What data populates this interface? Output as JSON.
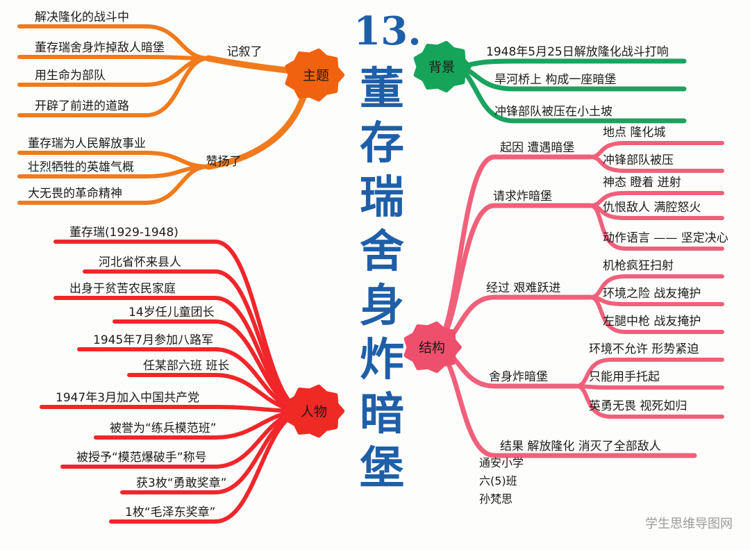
{
  "title": {
    "number": "13.",
    "chars": [
      "董",
      "存",
      "瑞",
      "舍",
      "身",
      "炸",
      "暗",
      "堡"
    ]
  },
  "colors": {
    "theme": "#f07a1c",
    "theme_node": "#f0620f",
    "background": "#1aa35f",
    "background_node": "#16a35a",
    "structure": "#f0607a",
    "structure_node": "#ee4f6c",
    "person": "#f0262a",
    "person_node": "#ef2a24",
    "title": "#1f5fa8"
  },
  "theme": {
    "node": "主题",
    "groups": [
      {
        "label": "记叙了",
        "items": [
          "解决隆化的战斗中",
          "董存瑞舍身炸掉敌人暗堡",
          "用生命为部队",
          "开辟了前进的道路"
        ]
      },
      {
        "label": "赞扬了",
        "items": [
          "董存瑞为人民解放事业",
          "壮烈牺牲的英雄气概",
          "大无畏的革命精神"
        ]
      }
    ]
  },
  "background": {
    "node": "背景",
    "items": [
      "1948年5月25日解放隆化战斗打响",
      "旱河桥上 构成一座暗堡",
      "冲锋部队被压在小土坡"
    ]
  },
  "person": {
    "node": "人物",
    "items": [
      "董存瑞(1929-1948)",
      "河北省怀来县人",
      "出身于贫苦农民家庭",
      "14岁任儿童团长",
      "1945年7月参加八路军",
      "任某部六班 班长",
      "1947年3月加入中国共产党",
      "被誉为“练兵模范班”",
      "被授予“模范爆破手”称号",
      "获3枚“勇敢奖章”",
      "1枚“毛泽东奖章”"
    ]
  },
  "structure": {
    "node": "结构",
    "groups": [
      {
        "label": "起因 遭遇暗堡",
        "items": [
          "地点 隆化城",
          "冲锋部队被压"
        ]
      },
      {
        "label": "请求炸暗堡",
        "items": [
          "神态 瞪着 迸射",
          "仇恨敌人 满腔怒火",
          "动作语言 —— 坚定决心"
        ]
      },
      {
        "label": "经过 艰难跃进",
        "items": [
          "机枪疯狂扫射",
          "环境之险 战友掩护",
          "左腿中枪 战友掩护"
        ]
      },
      {
        "label": "舍身炸暗堡",
        "items": [
          "环境不允许 形势紧迫",
          "只能用手托起",
          "英勇无畏 视死如归"
        ]
      },
      {
        "label": "结果 解放隆化 消灭了全部敌人",
        "items": []
      }
    ]
  },
  "credit": [
    "通安小学",
    "六(5)班",
    "孙梵思"
  ],
  "watermark": "学生思维导图网"
}
